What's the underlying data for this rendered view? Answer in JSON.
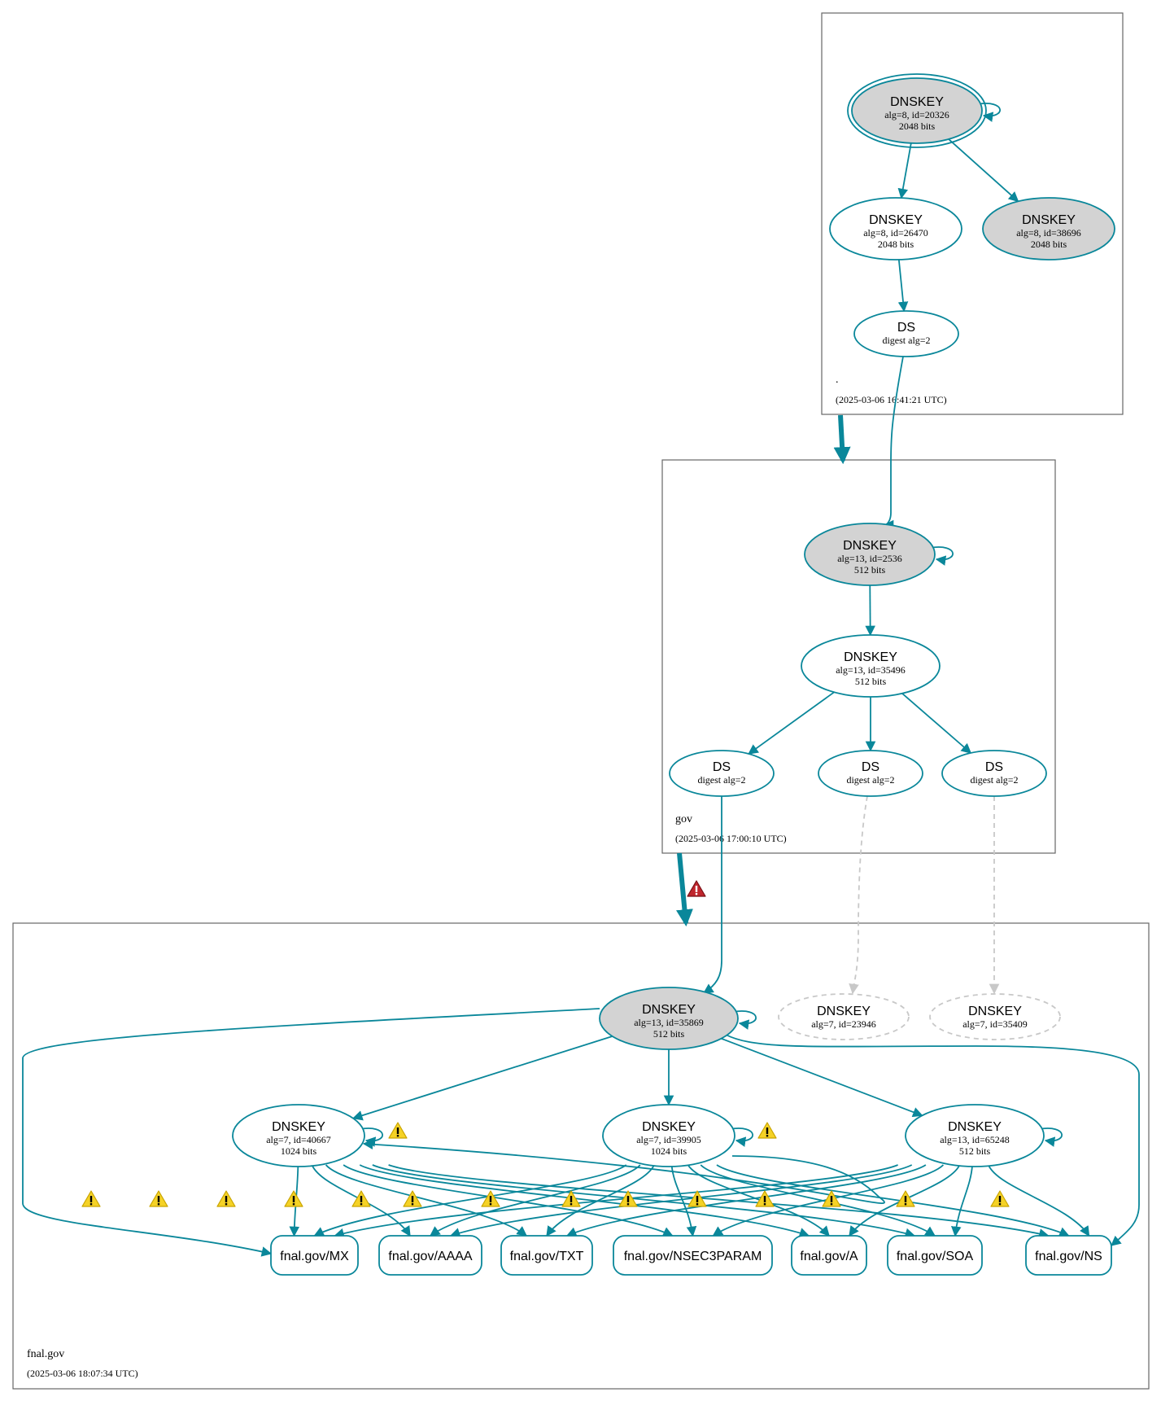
{
  "colors": {
    "edge": "#0a879a",
    "node_fill_gray": "#d3d3d3",
    "dashed": "#c8c8c8",
    "warning": "#f5d226",
    "error": "#c0262d"
  },
  "zones": [
    {
      "id": "root",
      "name": ".",
      "date": "(2025-03-06 16:41:21 UTC)"
    },
    {
      "id": "gov",
      "name": "gov",
      "date": "(2025-03-06 17:00:10 UTC)"
    },
    {
      "id": "fnal",
      "name": "fnal.gov",
      "date": "(2025-03-06 18:07:34 UTC)"
    }
  ],
  "nodes": [
    {
      "id": "k20326",
      "title": "DNSKEY",
      "line1": "alg=8, id=20326",
      "line2": "2048 bits",
      "style": "sep-double"
    },
    {
      "id": "k26470",
      "title": "DNSKEY",
      "line1": "alg=8, id=26470",
      "line2": "2048 bits",
      "style": "plain"
    },
    {
      "id": "k38696",
      "title": "DNSKEY",
      "line1": "alg=8, id=38696",
      "line2": "2048 bits",
      "style": "sep"
    },
    {
      "id": "dsroot",
      "title": "DS",
      "line1": "digest alg=2",
      "line2": "",
      "style": "plain"
    },
    {
      "id": "k2536",
      "title": "DNSKEY",
      "line1": "alg=13, id=2536",
      "line2": "512 bits",
      "style": "sep"
    },
    {
      "id": "k35496",
      "title": "DNSKEY",
      "line1": "alg=13, id=35496",
      "line2": "512 bits",
      "style": "plain"
    },
    {
      "id": "ds1",
      "title": "DS",
      "line1": "digest alg=2",
      "line2": "",
      "style": "plain"
    },
    {
      "id": "ds2",
      "title": "DS",
      "line1": "digest alg=2",
      "line2": "",
      "style": "plain"
    },
    {
      "id": "ds3",
      "title": "DS",
      "line1": "digest alg=2",
      "line2": "",
      "style": "plain"
    },
    {
      "id": "k35869",
      "title": "DNSKEY",
      "line1": "alg=13, id=35869",
      "line2": "512 bits",
      "style": "sep"
    },
    {
      "id": "k23946",
      "title": "DNSKEY",
      "line1": "alg=7, id=23946",
      "line2": "",
      "style": "missing"
    },
    {
      "id": "k35409",
      "title": "DNSKEY",
      "line1": "alg=7, id=35409",
      "line2": "",
      "style": "missing"
    },
    {
      "id": "k40667",
      "title": "DNSKEY",
      "line1": "alg=7, id=40667",
      "line2": "1024 bits",
      "style": "plain"
    },
    {
      "id": "k39905",
      "title": "DNSKEY",
      "line1": "alg=7, id=39905",
      "line2": "1024 bits",
      "style": "plain"
    },
    {
      "id": "k65248",
      "title": "DNSKEY",
      "line1": "alg=13, id=65248",
      "line2": "512 bits",
      "style": "plain"
    }
  ],
  "records": [
    {
      "id": "mx",
      "label": "fnal.gov/MX"
    },
    {
      "id": "aaaa",
      "label": "fnal.gov/AAAA"
    },
    {
      "id": "txt",
      "label": "fnal.gov/TXT"
    },
    {
      "id": "nsec3param",
      "label": "fnal.gov/NSEC3PARAM"
    },
    {
      "id": "a",
      "label": "fnal.gov/A"
    },
    {
      "id": "soa",
      "label": "fnal.gov/SOA"
    },
    {
      "id": "ns",
      "label": "fnal.gov/NS"
    }
  ],
  "edges": [
    [
      "k20326",
      "k20326"
    ],
    [
      "k20326",
      "k26470"
    ],
    [
      "k20326",
      "k38696"
    ],
    [
      "k26470",
      "dsroot"
    ],
    [
      "dsroot",
      "k2536"
    ],
    [
      "k2536",
      "k2536"
    ],
    [
      "k2536",
      "k35496"
    ],
    [
      "k35496",
      "ds1"
    ],
    [
      "k35496",
      "ds2"
    ],
    [
      "k35496",
      "ds3"
    ],
    [
      "ds1",
      "k35869"
    ],
    [
      "ds2",
      "k23946",
      "dashed"
    ],
    [
      "ds3",
      "k35409",
      "dashed"
    ],
    [
      "k35869",
      "k35869"
    ],
    [
      "k35869",
      "k40667"
    ],
    [
      "k35869",
      "k39905"
    ],
    [
      "k35869",
      "k65248"
    ],
    [
      "k35869",
      "mx"
    ],
    [
      "k35869",
      "ns"
    ],
    [
      "k40667",
      "k40667"
    ],
    [
      "k39905",
      "k39905"
    ],
    [
      "k65248",
      "k65248"
    ],
    [
      "k39905",
      "k40667"
    ]
  ],
  "warning_icons": 16,
  "error_icons": 1
}
